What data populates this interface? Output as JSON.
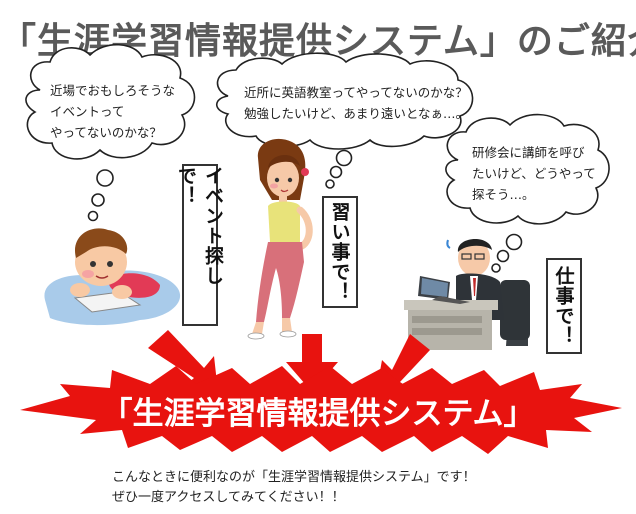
{
  "title": "「生涯学習情報提供システム」のご紹介",
  "bubbles": {
    "left": {
      "lines": [
        "近場でおもしろそうな",
        "イベントって",
        "やってないのかな？"
      ]
    },
    "middle": {
      "lines": [
        "近所に英語教室ってやってないのかな？",
        "勉強したいけど、あまり遠いとなぁ…。"
      ]
    },
    "right": {
      "lines": [
        "研修会に講師を呼び",
        "たいけど、どうやって",
        "探そう…。"
      ]
    }
  },
  "labels": {
    "event": "イベント探しで！",
    "lesson": "習い事で！",
    "work": "仕事で！"
  },
  "banner": {
    "text": "「生涯学習情報提供システム」"
  },
  "footer": {
    "line1": "こんなときに便利なのが「生涯学習情報提供システム」です！",
    "line2": "ぜひ一度アクセスしてみてください！！"
  },
  "colors": {
    "title": "#5a5a5a",
    "banner": "#e8130f",
    "arrow": "#e8130f",
    "puddle": "#a9cbea"
  },
  "icons": [
    "thought-bubble",
    "child-figure",
    "girl-figure",
    "businessman-figure",
    "arrow-down"
  ]
}
